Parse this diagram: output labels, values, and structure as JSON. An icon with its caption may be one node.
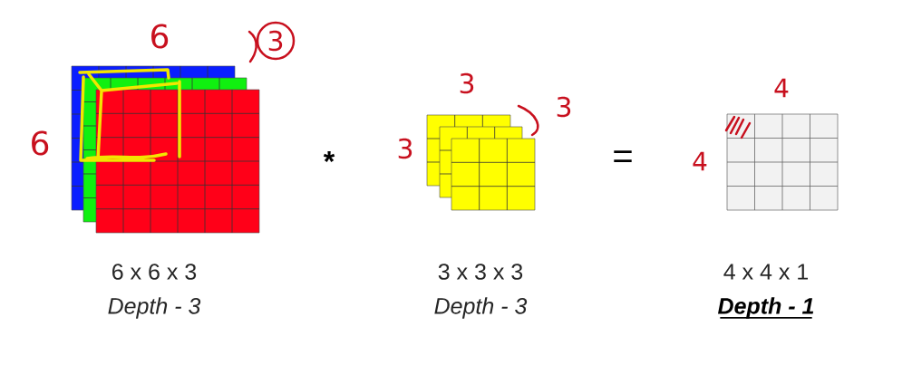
{
  "diagram": {
    "labels": [
      "6",
      "3",
      "6",
      "*",
      "3",
      "3",
      "3",
      "=",
      "4",
      "4",
      "6 x 6 x 3",
      "Depth - 3",
      "3 x 3 x 3",
      "Depth - 3",
      "4 x 4 x 1",
      "Depth - 1"
    ]
  }
}
